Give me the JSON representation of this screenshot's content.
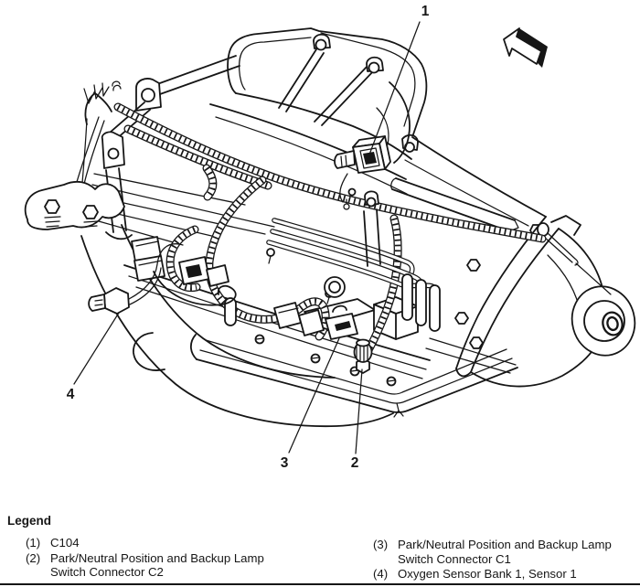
{
  "figure": {
    "background": "#ffffff",
    "ink": "#161616",
    "description": "Service-manual line diagram of an engine block with automatic transmission, wiring harness and sensor connectors, with numbered callouts"
  },
  "direction_arrow": {
    "name": "front-of-vehicle-arrow",
    "direction": "up-left"
  },
  "callouts": [
    {
      "number": "1",
      "legend_ref": "(1)"
    },
    {
      "number": "2",
      "legend_ref": "(2)"
    },
    {
      "number": "3",
      "legend_ref": "(3)"
    },
    {
      "number": "4",
      "legend_ref": "(4)"
    }
  ],
  "legend": {
    "title": "Legend",
    "columns": [
      {
        "items": [
          {
            "ref": "(1)",
            "label": "C104"
          },
          {
            "ref": "(2)",
            "label": "Park/Neutral Position and Backup Lamp Switch Connector C2"
          }
        ]
      },
      {
        "items": [
          {
            "ref": "(3)",
            "label": "Park/Neutral Position and Backup Lamp Switch Connector C1"
          },
          {
            "ref": "(4)",
            "label": "Oxygen Sensor Bank 1, Sensor 1"
          }
        ]
      }
    ]
  }
}
